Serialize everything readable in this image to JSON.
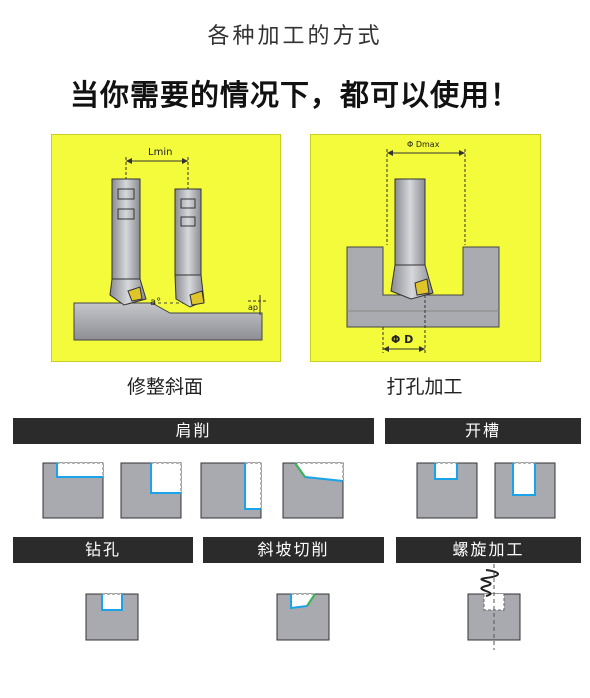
{
  "header": {
    "subtitle": "各种加工的方式",
    "headline": "当你需要的情况下，都可以使用！"
  },
  "panels": {
    "left": {
      "caption": "修整斜面",
      "labels": {
        "lmin": "Lmin",
        "angle": "a°",
        "ap": "ap"
      }
    },
    "right": {
      "caption": "打孔加工",
      "labels": {
        "dmax": "Φ Dmax",
        "d": "Φ D"
      }
    }
  },
  "sections": {
    "shoulder": "肩削",
    "slot": "开槽",
    "drill": "钻孔",
    "ramp": "斜坡切削",
    "helical": "螺旋加工"
  },
  "colors": {
    "panel_bg": "#f4fb3a",
    "bar_bg": "#2b2b2b",
    "cut_line": "#1aa3e8",
    "block_fill": "#a8aab0"
  }
}
